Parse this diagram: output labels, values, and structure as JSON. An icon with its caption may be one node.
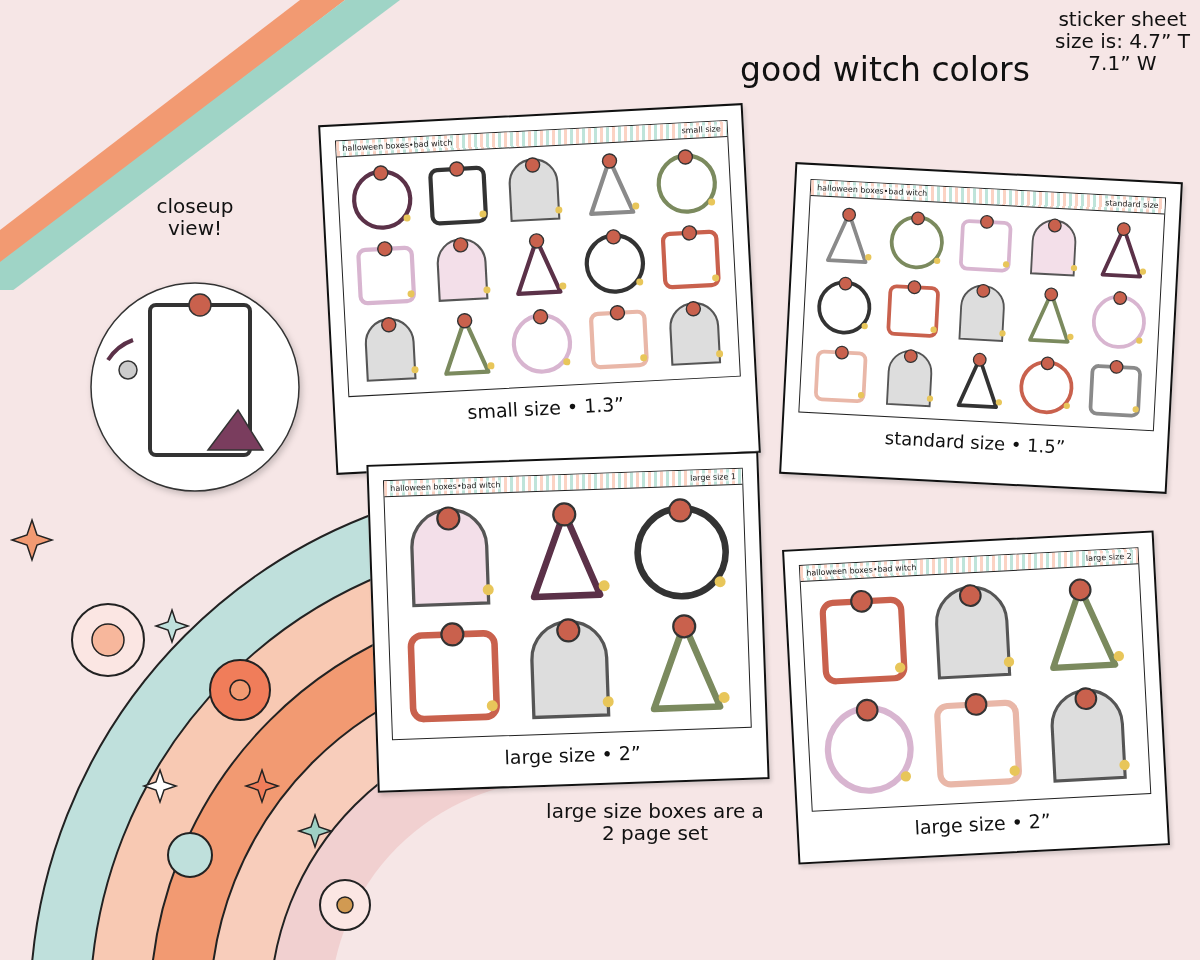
{
  "diagram": {
    "title": "good witch colors",
    "nodes": [
      {
        "text": [
          "halloween boxes•bad witch",
          "small size",
          "small size • 1.3”"
        ]
      },
      {
        "text": [
          "halloween boxes•bad witch",
          "standard size",
          "standard size • 1.5”"
        ]
      },
      {
        "text": [
          "halloween boxes•bad witch",
          "large size 1",
          "large size • 2”"
        ]
      },
      {
        "text": [
          "halloween boxes•bad witch",
          "large size 2",
          "large size • 2”"
        ]
      }
    ],
    "labels": [
      "sticker sheet size is: 4.7” T 7.1” W",
      "closeup view!",
      "large size boxes are a 2 page set"
    ]
  }
}
